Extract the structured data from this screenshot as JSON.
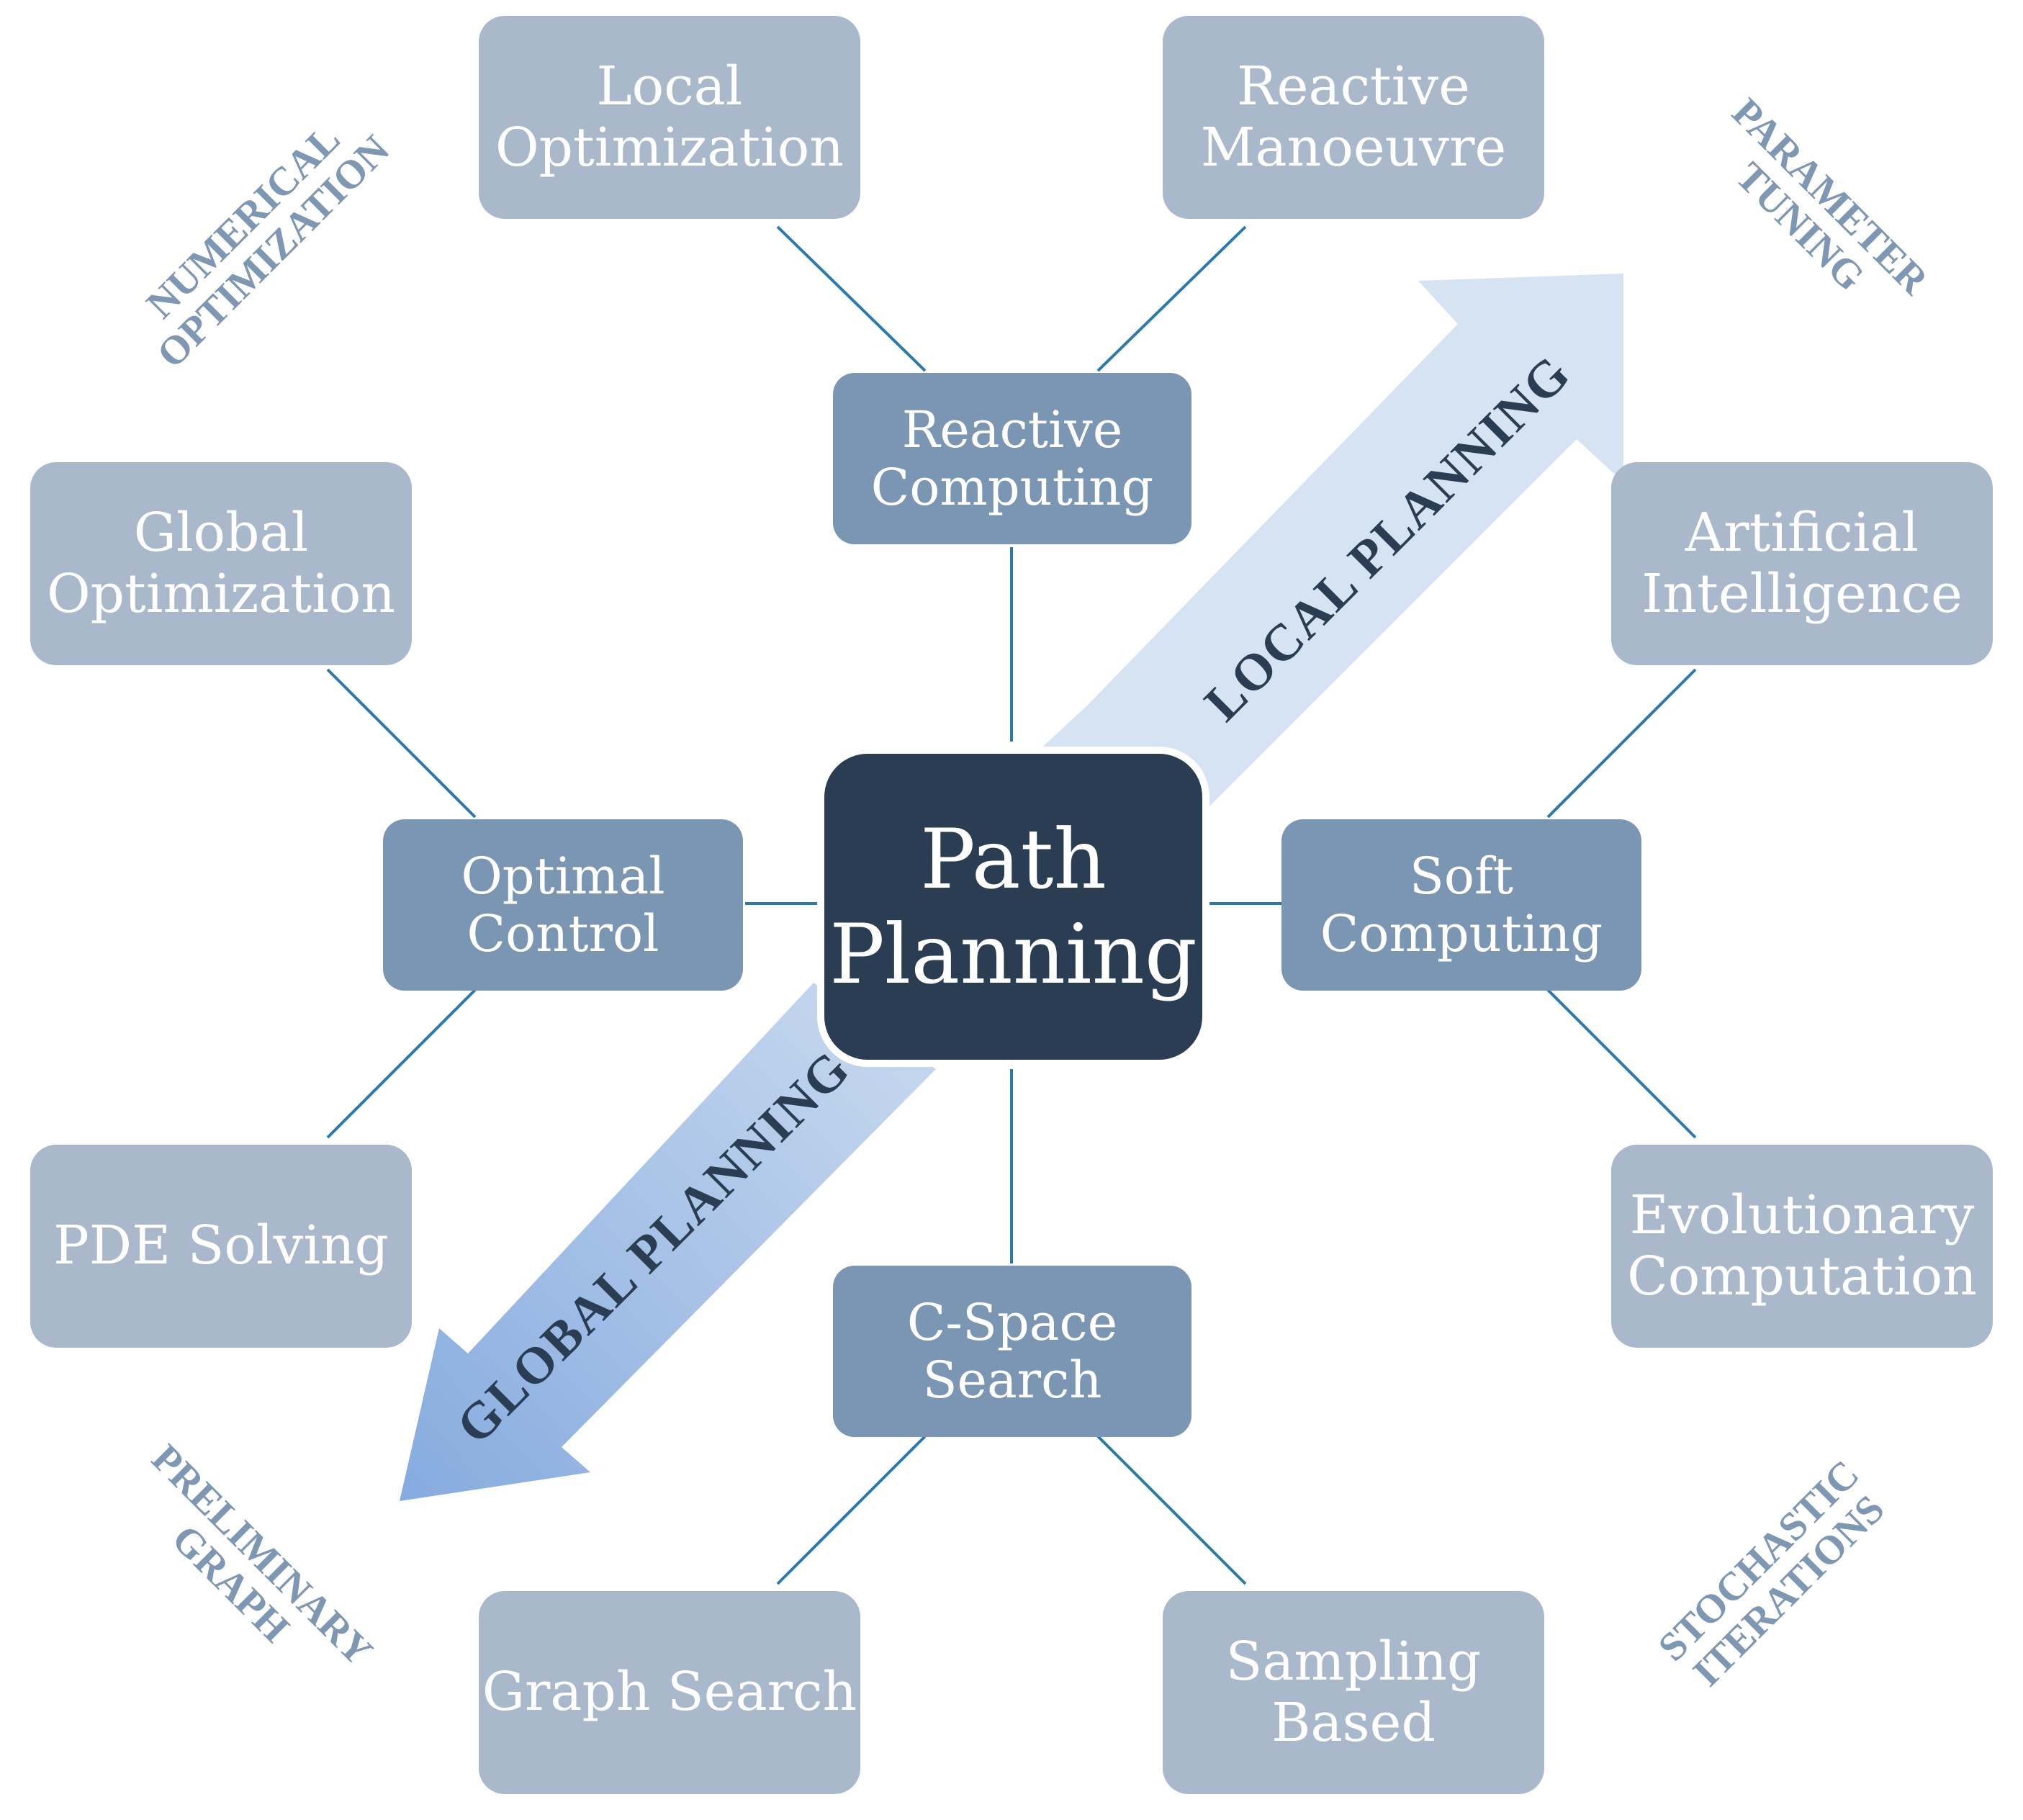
{
  "center": {
    "lines": [
      "Path",
      "Planning"
    ]
  },
  "categories": {
    "reactive_computing": {
      "lines": [
        "Reactive",
        "Computing"
      ]
    },
    "optimal_control": {
      "lines": [
        "Optimal",
        "Control"
      ]
    },
    "soft_computing": {
      "lines": [
        "Soft",
        "Computing"
      ]
    },
    "cspace_search": {
      "lines": [
        "C-Space",
        "Search"
      ]
    }
  },
  "methods": {
    "local_optimization": {
      "lines": [
        "Local",
        "Optimization"
      ]
    },
    "reactive_manoeuvre": {
      "lines": [
        "Reactive",
        "Manoeuvre"
      ]
    },
    "global_optimization": {
      "lines": [
        "Global",
        "Optimization"
      ]
    },
    "pde_solving": {
      "lines": [
        "PDE Solving"
      ]
    },
    "artificial_intelligence": {
      "lines": [
        "Artificial",
        "Intelligence"
      ]
    },
    "evolutionary_computation": {
      "lines": [
        "Evolutionary",
        "Computation"
      ]
    },
    "graph_search": {
      "lines": [
        "Graph Search"
      ]
    },
    "sampling_based": {
      "lines": [
        "Sampling",
        "Based"
      ]
    }
  },
  "corner_labels": {
    "top_left": {
      "lines": [
        "NUMERICAL",
        "OPTIMIZATION"
      ]
    },
    "top_right": {
      "lines": [
        "PARAMETER",
        "TUNING"
      ]
    },
    "bottom_left": {
      "lines": [
        "PRELIMINARY",
        "GRAPH"
      ]
    },
    "bottom_right": {
      "lines": [
        "STOCHASTIC",
        "ITERATIONS"
      ]
    }
  },
  "arrows": {
    "local": {
      "label": "LOCAL PLANNING",
      "color": "#d6e3f2"
    },
    "global": {
      "label": "GLOBAL PLANNING",
      "color": "#88aee0"
    }
  },
  "colors": {
    "center_fill": "#2a3d52",
    "category_fill": "#7b96b3",
    "method_fill": "#a9b8ca",
    "connector": "#2a7ab0",
    "corner_text": "#7e97b3"
  }
}
